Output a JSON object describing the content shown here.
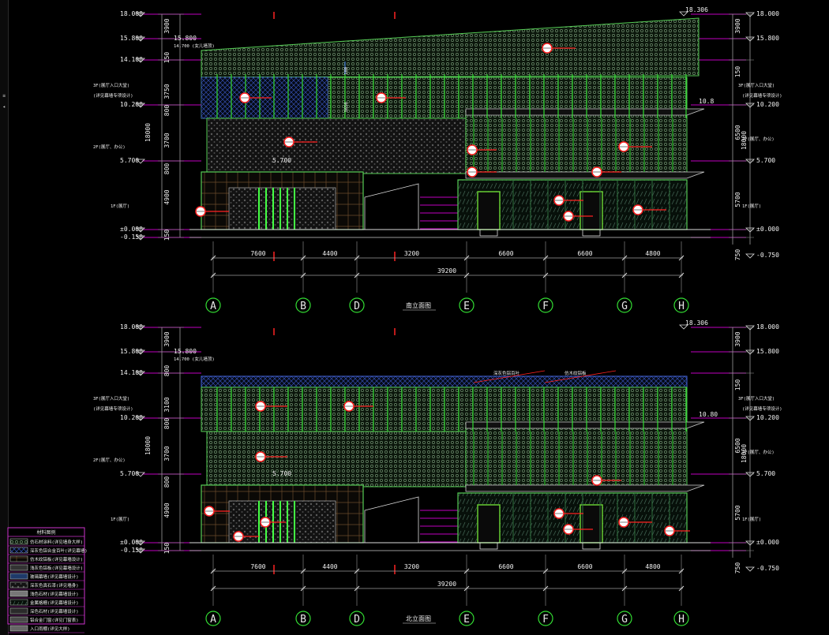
{
  "sidebar": {
    "tabs": [
      "≡",
      "◂"
    ]
  },
  "elevations": [
    {
      "title": "南立面图",
      "levels_left": [
        "18.000",
        "15.800",
        "14.100",
        "10.200",
        "5.700",
        "±0.000",
        "-0.150"
      ],
      "levels_right": [
        "18.000",
        "15.800",
        "10.200",
        "5.700",
        "±0.000",
        "-0.750"
      ],
      "top_mark": "18.306",
      "roof_note": "14.700 (女儿墙顶)",
      "mid_mark": "10.8",
      "inner_mark": "5.700",
      "floor_notes_left": [
        "3F(展厅入口大堂)",
        "(详见幕墙专项设计)",
        "2F(展厅、办公)",
        "1F(展厅)"
      ],
      "floor_notes_right": [
        "3F(展厅入口大堂)",
        "(详见幕墙专项设计)",
        "2F(展厅、办公)",
        "1F(展厅)"
      ],
      "dims_left": [
        "3900",
        "150",
        "3750",
        "800",
        "3700",
        "800",
        "4900",
        "150"
      ],
      "dims_left_total": "18000",
      "dims_right": [
        "3900",
        "150",
        "6500",
        "5700",
        "750"
      ],
      "dims_right_total": "18000",
      "inner_dims": [
        "3650",
        "100"
      ],
      "bays": [
        "7600",
        "4400",
        "3200",
        "6600",
        "6600",
        "4800"
      ],
      "total": "39200",
      "grids": [
        "A",
        "B",
        "D",
        "E",
        "F",
        "G",
        "H"
      ]
    },
    {
      "title": "北立面图",
      "levels_left": [
        "18.000",
        "15.800",
        "14.100",
        "10.200",
        "5.700",
        "±0.000",
        "-0.150"
      ],
      "levels_right": [
        "18.000",
        "15.800",
        "10.200",
        "5.700",
        "±0.000",
        "-0.750"
      ],
      "top_mark": "18.306",
      "roof_note": "14.700 (女儿墙顶)",
      "mid_mark": "10.80",
      "inner_mark": "5.700",
      "floor_notes_left": [
        "3F(展厅入口大堂)",
        "(详见幕墙专项设计)",
        "2F(展厅、办公)",
        "1F(展厅)"
      ],
      "floor_notes_right": [
        "3F(展厅入口大堂)",
        "(详见幕墙专项设计)",
        "2F(展厅、办公)",
        "1F(展厅)"
      ],
      "dims_left": [
        "3900",
        "800",
        "3100",
        "800",
        "3700",
        "800",
        "4900",
        "150"
      ],
      "dims_left_total": "18000",
      "dims_right": [
        "3900",
        "150",
        "6500",
        "5700",
        "750"
      ],
      "dims_right_total": "18000",
      "callouts_top": [
        "深灰色铝百叶",
        "仿木纹铝板"
      ],
      "bays": [
        "7600",
        "4400",
        "3200",
        "6600",
        "6600",
        "4800"
      ],
      "total": "39200",
      "grids": [
        "A",
        "B",
        "D",
        "E",
        "F",
        "G",
        "H"
      ]
    }
  ],
  "legend": {
    "title": "材料图例",
    "items": [
      "仿石材涂料(详见墙身大样)",
      "深灰色铝合金百叶(详见幕墙)",
      "仿木纹铝板(详见幕墙设计)",
      "浅灰色铝板(详见幕墙设计)",
      "玻璃幕墙(详见幕墙设计)",
      "深灰色真石漆(详见墙身)",
      "浅色石材(详见幕墙设计)",
      "金属格栅(详见幕墙设计)",
      "深色石材(详见幕墙设计)",
      "铝合金门窗(详见门窗表)",
      "入口雨棚(详见大样)"
    ]
  },
  "colors": {
    "background": "#000000",
    "grid_line": "#33dd33",
    "dim_line": "#9a9a9a",
    "level_line": "#ff00ff",
    "callout": "#ff2222",
    "frame": "#33dd33",
    "text": "#f2f2f2",
    "legend_border": "#cc33cc"
  }
}
